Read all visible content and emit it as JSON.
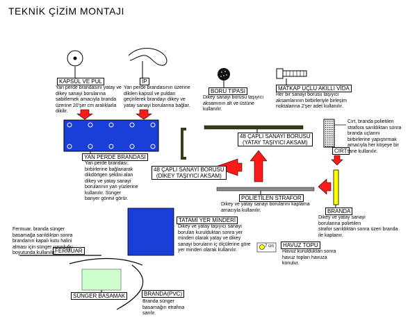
{
  "title": "TEKNİK ÇİZİM MONTAJI",
  "labels": {
    "kapsul_pul": "KAPSÜL VE PUL",
    "ip": "İP",
    "boru_tipasi": "BORU TIPASI",
    "matkap_vida": "MATKAP UÇLU AKILLI VİDA",
    "yan_perde": "YAN PERDE BRANDASI",
    "yatay_boru_1": "48 ÇAPLI SANAYİ BORUSU",
    "yatay_boru_2": "(YATAY TAŞIYICI AKSAM)",
    "dikey_boru_1": "48 ÇAPLI SANAYİ BORUSU",
    "dikey_boru_2": "(DİKEY TAŞIYICI AKSAM)",
    "cirt": "CIRT",
    "polietilen": "POLİETİLEN STRAFOR",
    "branda": "BRANDA",
    "tatami": "TATAMİ YER MİNDERİ",
    "fermuar": "FERMUAR",
    "havuz_topu": "HAVUZ TOPU",
    "havuz_cm": "7 cm",
    "sunger_basamak": "SÜNGER BASAMAK",
    "branda_pvc": "BRANDA(PVC)"
  },
  "descriptions": {
    "kapsul_pul": "Yan perde brandasını yatay ve\ndikey sanayi borularına\nsabitlemek amacıyla branda\nüzerine 20'şer cm aralıklarla\ndikilir.",
    "ip": "Yan perde brandasının üzerine\ndikilen kapsül ve puldan\ngeçirilerek brandayı dikey ve\nyatay sanayi borularına bağlar.",
    "boru_tipasi": "Dikey sanayi borusu taşıyıcı\naksamının alt ve üstüne\nkullanılır.",
    "matkap_vida": "Her bir sanayi borusu taşıyıcı\naksamlarının birbirleriyle birleşim\nnoktalarına 2'şer adet kullanılır.",
    "yan_perde": "Yan perde brandası;\nbirbirlerine bağlanarak\ndikdörtgen şeklini alan\ndikey ve yatay sanayi\nborularının yan yüzlerine\nkullanılır. Sünger\nbariyer görevi görür.",
    "cirt": "Cırt, branda polietilen\nstrafora sarıldıktan sonra\nbranda uçlarını\nbirbirlerine yapıştırmak\namacıyla her köşeye bir\ntane kullanılır.",
    "polietilen": "Dikey ve yatay sanayi borularını kaplama\namacıyla kullanılır.",
    "branda": "Dikey ve yatay sanayi\nborularına polietilen\nstrafor sarıldıktan sonra üzeri branda\nile kaplanır.",
    "tatami": "Dikey ve yatay taşıyıcı sanayi\nboruları kurulduktan sonra yer\nminderi olarak yatay ve dikey\nsanayi boruların iç ölçülerine göre\nyer minderi olarak kullanılır.",
    "fermuar": "Fermuar, branda sünger\nbasamağa sarıldıktan sonra\nbrandanın kapalı kutu halini\nalması için sünger uzunluğu\nboyutunda kullanılır.",
    "havuz_topu": "Havuz kurulduktan sonra\nhavuz topları havuza\nkonulur.",
    "branda_pvc": "Branda sünger\nbasamağın etrafına\nsarılır."
  },
  "colors": {
    "blue": "#1a3fd8",
    "red": "#ff1a1a",
    "yellow": "#ffff00",
    "gray": "#8a8a8a",
    "olive": "#3a3a1a",
    "green": "#ccffcc"
  }
}
